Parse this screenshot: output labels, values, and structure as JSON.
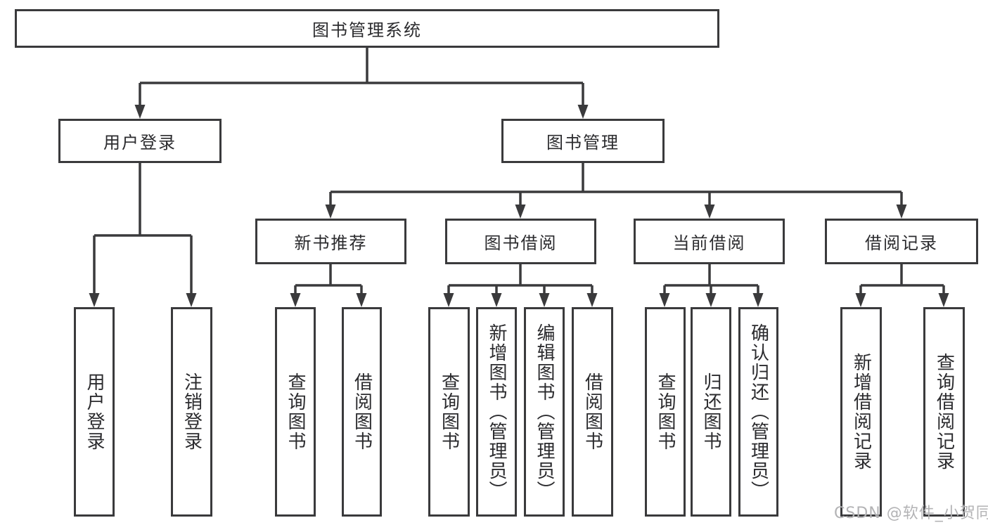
{
  "diagram": {
    "title": "图书管理系统",
    "branches": [
      {
        "label": "用户登录",
        "children": [
          "用户登录",
          "注销登录"
        ]
      },
      {
        "label": "图书管理",
        "sections": [
          {
            "label": "新书推荐",
            "children": [
              "查询图书",
              "借阅图书"
            ]
          },
          {
            "label": "图书借阅",
            "children": [
              "查询图书",
              "新增图书（管理员）",
              "编辑图书（管理员）",
              "借阅图书"
            ]
          },
          {
            "label": "当前借阅",
            "children": [
              "查询图书",
              "归还图书",
              "确认归还（管理员）"
            ]
          },
          {
            "label": "借阅记录",
            "children": [
              "新增借阅记录",
              "查询借阅记录"
            ]
          }
        ]
      }
    ]
  },
  "watermark": "CSDN @软件_小贺同学",
  "colors": {
    "line": "#3a3a3c",
    "text": "#2b2b2e",
    "watermark": "#b3b3b5",
    "background": "#ffffff"
  }
}
